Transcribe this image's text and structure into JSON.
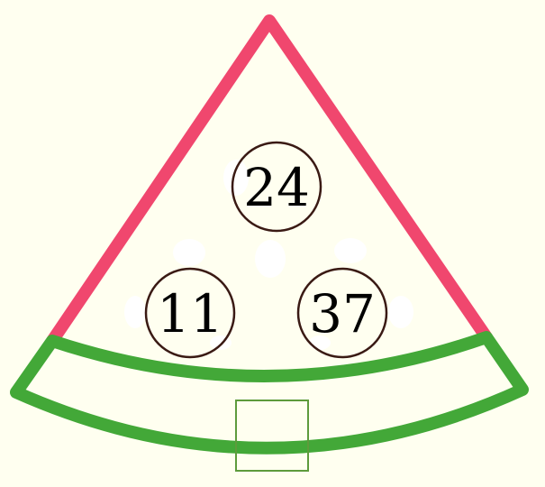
{
  "numbers": {
    "top": "24",
    "left": "11",
    "right": "37"
  },
  "answer_box": {
    "value": ""
  },
  "colors": {
    "background": "#fffff0",
    "flesh_outline": "#f0476e",
    "rind": "#43a838",
    "circle_stroke": "#3a1a14",
    "answer_box_stroke": "#5e9b3c"
  }
}
